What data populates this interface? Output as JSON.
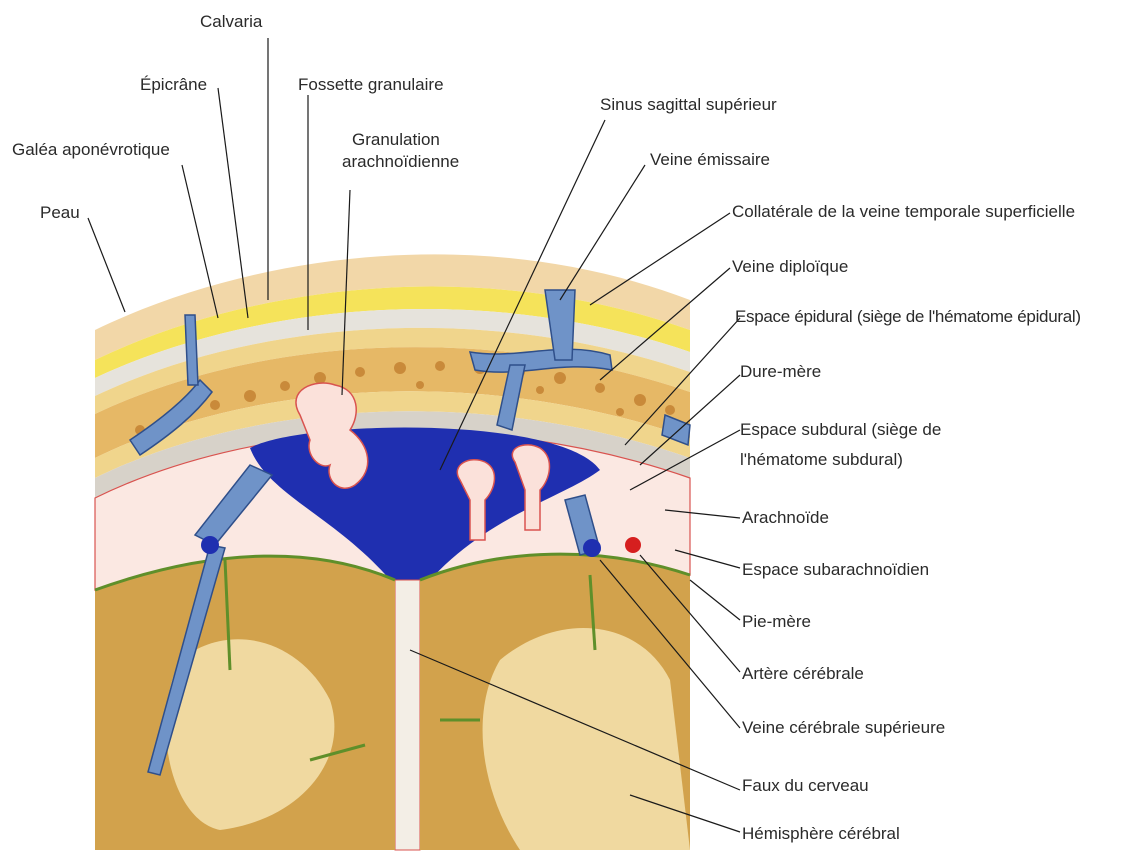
{
  "labels": {
    "peau": "Peau",
    "galea": "Galéa aponévrotique",
    "epicrane": "Épicrâne",
    "calvaria": "Calvaria",
    "fossette": "Fossette granulaire",
    "granulation_1": "Granulation",
    "granulation_2": "arachnoïdienne",
    "sinus": "Sinus sagittal supérieur",
    "veine_emissaire": "Veine émissaire",
    "collaterale": "Collatérale de la veine temporale superficielle",
    "veine_diploique": "Veine diploïque",
    "espace_epidural": "Espace épidural (siège de l'hématome épidural)",
    "dure_mere": "Dure-mère",
    "espace_subdural_1": "Espace subdural (siège de",
    "espace_subdural_2": "l'hématome subdural)",
    "arachnoide": "Arachnoïde",
    "espace_subarachnoidien": "Espace subarachnoïdien",
    "pie_mere": "Pie-mère",
    "artere_cerebrale": "Artère cérébrale",
    "veine_cerebrale_sup": "Veine cérébrale supérieure",
    "faux_cerveau": "Faux du cerveau",
    "hemisphere": "Hémisphère cérébral"
  },
  "colors": {
    "skin": "#f2d7a8",
    "galea_fat": "#f5e35a",
    "bone": "#f0d58c",
    "diploe": "#c98a3a",
    "dura": "#d7d2c9",
    "sinus_blue": "#1f2fb0",
    "vein_blue": "#6f93c8",
    "arachnoid_red": "#d9534f",
    "pia_green": "#5f8f2a",
    "cortex": "#d2a24c",
    "white_matter": "#f0d9a0"
  }
}
